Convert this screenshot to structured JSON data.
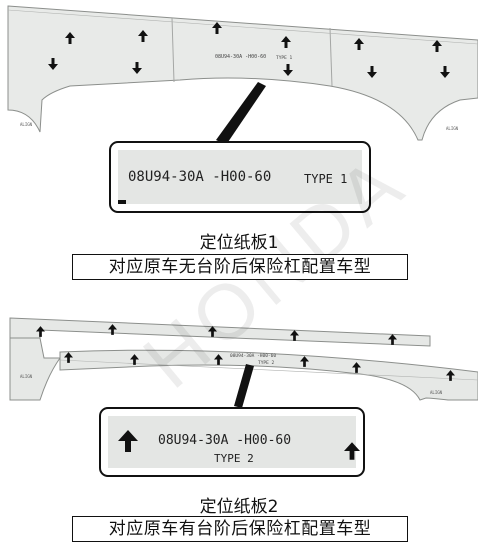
{
  "watermark": "HONDA",
  "panel1": {
    "template_text": "08U94-30A  -H00-60",
    "template_type": "TYPE 1",
    "edge_label": "ALIGN",
    "zoom_code": "08U94-30A -H00-60",
    "zoom_type": "TYPE 1",
    "title": "定位纸板1",
    "subtitle": "对应原车无台阶后保险杠配置车型"
  },
  "panel2": {
    "template_text": "08U94-30A  -H00-60",
    "template_type": "TYPE 2",
    "edge_label": "ALIGN",
    "zoom_code": "08U94-30A -H00-60",
    "zoom_type": "TYPE 2",
    "title": "定位纸板2",
    "subtitle": "对应原车有台阶后保险杠配置车型"
  },
  "colors": {
    "paper": "#e7e9e7",
    "paper_edge": "#8c8f8c",
    "ink": "#111111",
    "watermark": "#dcdcdc"
  },
  "icons": [
    "arrow-up-icon",
    "arrow-down-icon"
  ]
}
